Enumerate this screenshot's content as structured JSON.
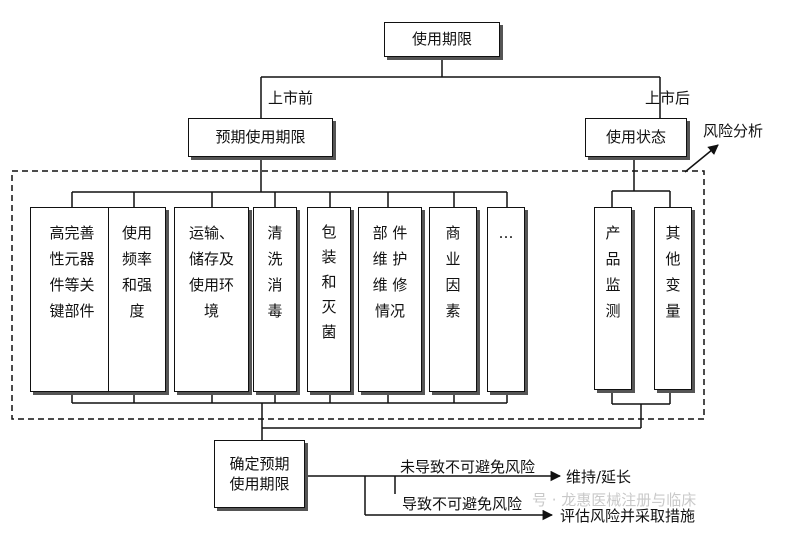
{
  "top_box": "使用期限",
  "branch_left_label": "上市前",
  "branch_right_label": "上市后",
  "left_box": "预期使用期限",
  "right_box": "使用状态",
  "risk_analysis": "风险分析",
  "left_columns": [
    {
      "lines": [
        "高完善",
        "性元器",
        "件等关",
        "键部件"
      ]
    },
    {
      "lines": [
        "使用",
        "频率",
        "和强",
        "度"
      ]
    },
    {
      "lines": [
        "运输、",
        "储存及",
        "使用环",
        "境"
      ]
    },
    {
      "lines": [
        "清",
        "洗",
        "消",
        "毒"
      ]
    },
    {
      "lines": [
        "包",
        "装",
        "和",
        "灭",
        "菌"
      ]
    },
    {
      "lines": [
        "部 件",
        "维 护",
        "维 修",
        "情况"
      ]
    },
    {
      "lines": [
        "商",
        "业",
        "因",
        "素"
      ]
    },
    {
      "lines": [
        "…"
      ]
    }
  ],
  "right_columns": [
    {
      "lines": [
        "产",
        "品",
        "监",
        "测"
      ]
    },
    {
      "lines": [
        "其",
        "他",
        "变",
        "量"
      ]
    }
  ],
  "confirm_box": {
    "line1": "确定预期",
    "line2": "使用期限"
  },
  "outcome_upper_condition": "未导致不可避免风险",
  "outcome_upper_result": "维持/延长",
  "outcome_lower_condition": "导致不可避免风险",
  "outcome_lower_result": "评估风险并采取措施",
  "watermark": "号 · 龙惠医械注册与临床"
}
